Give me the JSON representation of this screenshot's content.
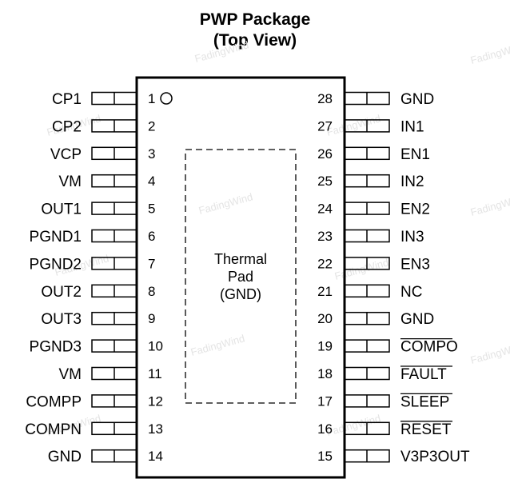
{
  "title_line1": "PWP Package",
  "title_line2": "(Top View)",
  "thermal_pad": {
    "line1": "Thermal",
    "line2": "Pad",
    "line3": "(GND)"
  },
  "watermark": "FadingWind",
  "left_pins": [
    {
      "num": "1",
      "name": "CP1",
      "overbar": false,
      "pin1_marker": true
    },
    {
      "num": "2",
      "name": "CP2",
      "overbar": false
    },
    {
      "num": "3",
      "name": "VCP",
      "overbar": false
    },
    {
      "num": "4",
      "name": "VM",
      "overbar": false
    },
    {
      "num": "5",
      "name": "OUT1",
      "overbar": false
    },
    {
      "num": "6",
      "name": "PGND1",
      "overbar": false
    },
    {
      "num": "7",
      "name": "PGND2",
      "overbar": false
    },
    {
      "num": "8",
      "name": "OUT2",
      "overbar": false
    },
    {
      "num": "9",
      "name": "OUT3",
      "overbar": false
    },
    {
      "num": "10",
      "name": "PGND3",
      "overbar": false
    },
    {
      "num": "11",
      "name": "VM",
      "overbar": false
    },
    {
      "num": "12",
      "name": "COMPP",
      "overbar": false
    },
    {
      "num": "13",
      "name": "COMPN",
      "overbar": false
    },
    {
      "num": "14",
      "name": "GND",
      "overbar": false
    }
  ],
  "right_pins": [
    {
      "num": "28",
      "name": "GND",
      "overbar": false
    },
    {
      "num": "27",
      "name": "IN1",
      "overbar": false
    },
    {
      "num": "26",
      "name": "EN1",
      "overbar": false
    },
    {
      "num": "25",
      "name": "IN2",
      "overbar": false
    },
    {
      "num": "24",
      "name": "EN2",
      "overbar": false
    },
    {
      "num": "23",
      "name": "IN3",
      "overbar": false
    },
    {
      "num": "22",
      "name": "EN3",
      "overbar": false
    },
    {
      "num": "21",
      "name": "NC",
      "overbar": false
    },
    {
      "num": "20",
      "name": "GND",
      "overbar": false
    },
    {
      "num": "19",
      "name": "COMPO",
      "overbar": true
    },
    {
      "num": "18",
      "name": "FAULT",
      "overbar": true
    },
    {
      "num": "17",
      "name": "SLEEP",
      "overbar": true
    },
    {
      "num": "16",
      "name": "RESET",
      "overbar": true
    },
    {
      "num": "15",
      "name": "V3P3OUT",
      "overbar": false
    }
  ]
}
